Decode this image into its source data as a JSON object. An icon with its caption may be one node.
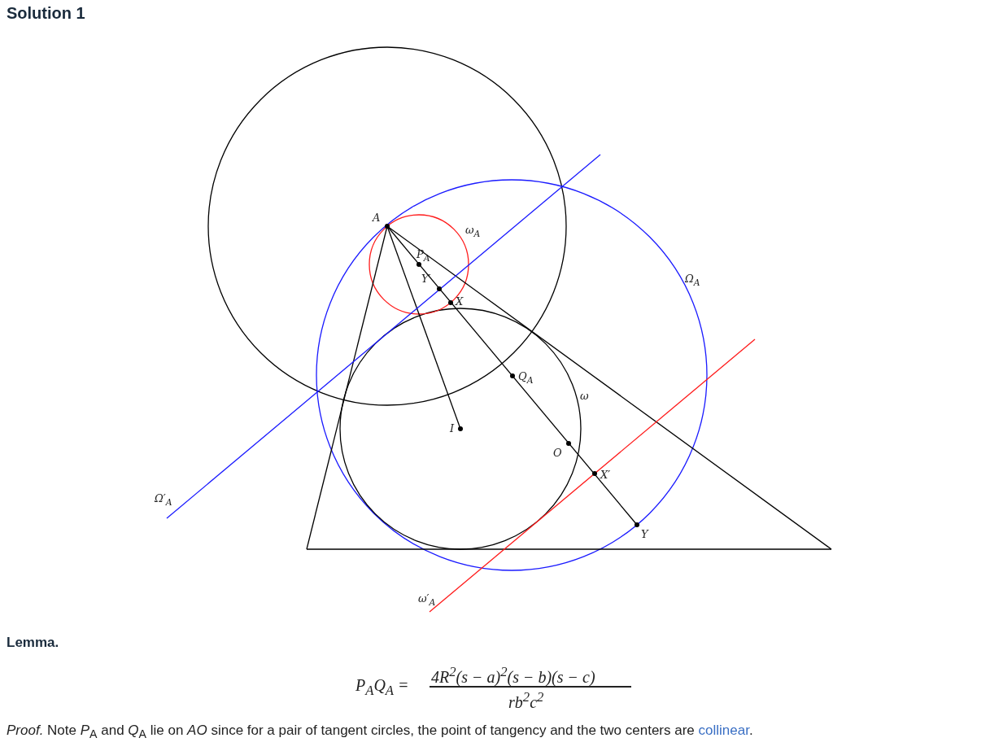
{
  "diagram": {
    "title": "Solution 1",
    "labels": [
      "A",
      "ω$_{A}$",
      "P$_{A}$",
      "Ω$_{A}$",
      "Y′",
      "X",
      "Q$_{A}$",
      "ω",
      "I",
      "O",
      "X′",
      "Ω′$_{A}$",
      "Y",
      "ω′$_{A}$",
      "Lemma.",
      "*P*$_{A}$*Q*$_{A}$ =",
      "4R$^{2}$(s − a)$^{2}$(s − b)(s − c)",
      "rb$^{2}$c$^{2}$",
      "*Proof.* Note *P*$_{A}$ and *Q*$_{A}$ lie on *AO* since for a pair of tangent circles, the point of tangency and the two centers are",
      "collinear",
      "."
    ]
  }
}
